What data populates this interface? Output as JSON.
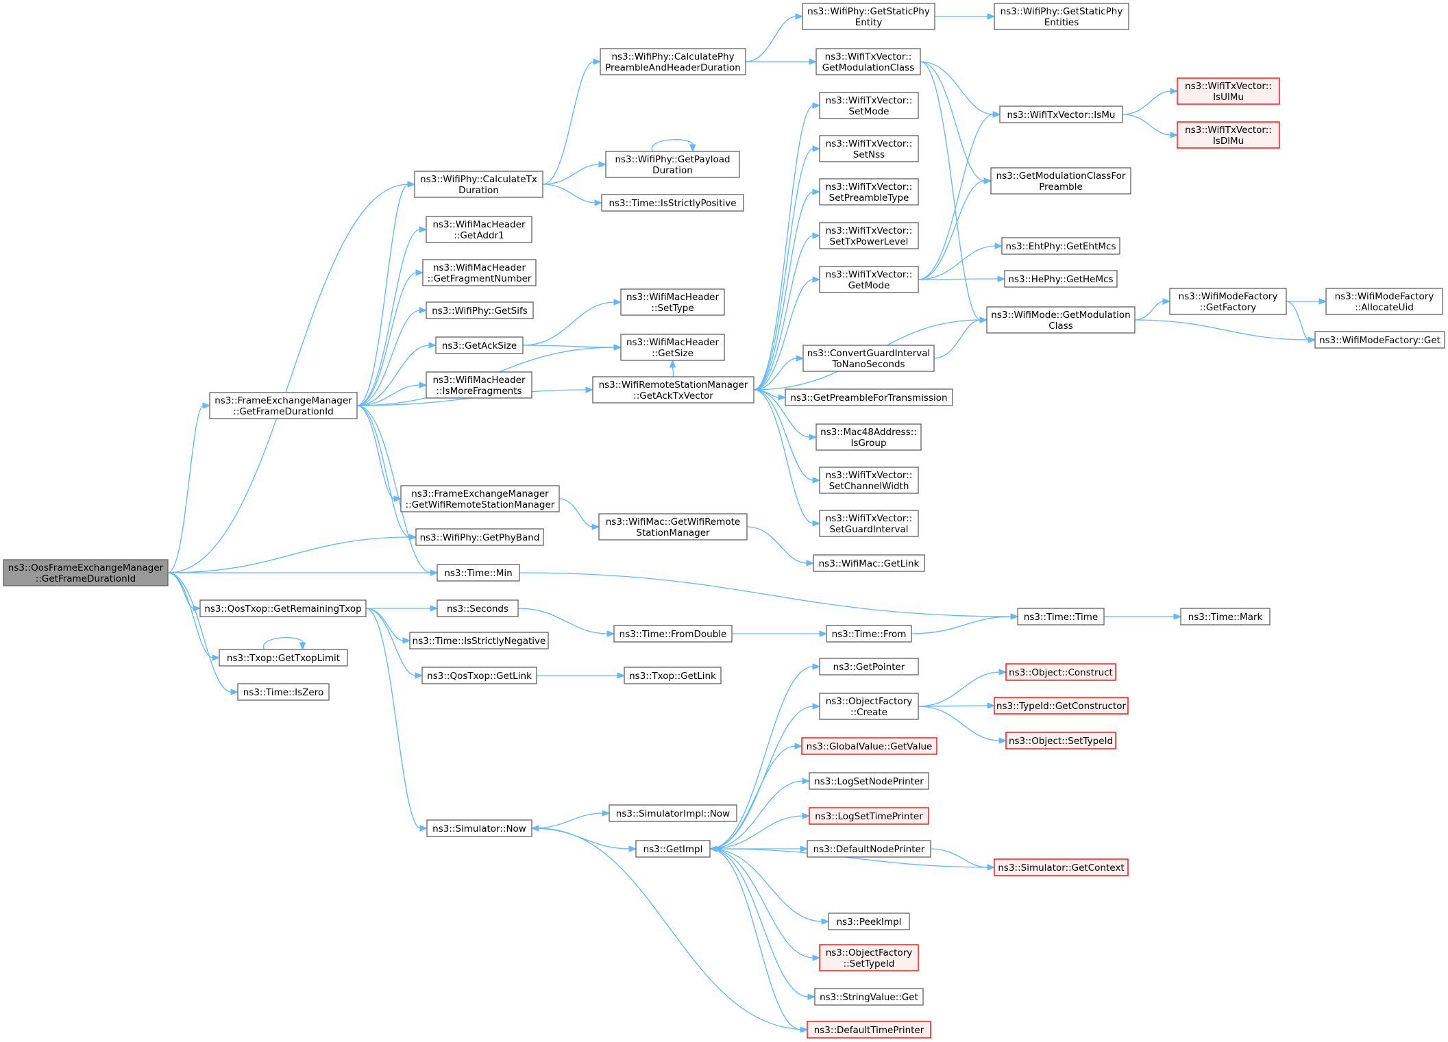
{
  "nodes": [
    {
      "id": "root",
      "lines": [
        "ns3::QosFrameExchangeManager",
        "::GetFrameDurationId"
      ],
      "style": "root"
    },
    {
      "id": "fem_gfd",
      "lines": [
        "ns3::FrameExchangeManager",
        "::GetFrameDurationId"
      ]
    },
    {
      "id": "qos_grt",
      "lines": [
        "ns3::QosTxop::GetRemainingTxop"
      ]
    },
    {
      "id": "txop_gtl",
      "lines": [
        "ns3::Txop::GetTxopLimit"
      ]
    },
    {
      "id": "time_iszero",
      "lines": [
        "ns3::Time::IsZero"
      ]
    },
    {
      "id": "phy_ctd",
      "lines": [
        "ns3::WifiPhy::CalculateTx",
        "Duration"
      ]
    },
    {
      "id": "mac_gaddr1",
      "lines": [
        "ns3::WifiMacHeader",
        "::GetAddr1"
      ]
    },
    {
      "id": "mac_gfn",
      "lines": [
        "ns3::WifiMacHeader",
        "::GetFragmentNumber"
      ]
    },
    {
      "id": "phy_gsifs",
      "lines": [
        "ns3::WifiPhy::GetSifs"
      ]
    },
    {
      "id": "getacksize",
      "lines": [
        "ns3::GetAckSize"
      ]
    },
    {
      "id": "mac_imf",
      "lines": [
        "ns3::WifiMacHeader",
        "::IsMoreFragments"
      ]
    },
    {
      "id": "fem_gwrsm",
      "lines": [
        "ns3::FrameExchangeManager",
        "::GetWifiRemoteStationManager"
      ]
    },
    {
      "id": "phy_gpb",
      "lines": [
        "ns3::WifiPhy::GetPhyBand"
      ]
    },
    {
      "id": "time_min",
      "lines": [
        "ns3::Time::Min"
      ]
    },
    {
      "id": "seconds",
      "lines": [
        "ns3::Seconds"
      ]
    },
    {
      "id": "time_isneg",
      "lines": [
        "ns3::Time::IsStrictlyNegative"
      ]
    },
    {
      "id": "qos_getlink",
      "lines": [
        "ns3::QosTxop::GetLink"
      ]
    },
    {
      "id": "sim_now",
      "lines": [
        "ns3::Simulator::Now"
      ]
    },
    {
      "id": "phy_cphd",
      "lines": [
        "ns3::WifiPhy::CalculatePhy",
        "PreambleAndHeaderDuration"
      ]
    },
    {
      "id": "phy_gpd",
      "lines": [
        "ns3::WifiPhy::GetPayload",
        "Duration"
      ]
    },
    {
      "id": "time_ispos",
      "lines": [
        "ns3::Time::IsStrictlyPositive"
      ]
    },
    {
      "id": "mac_settype",
      "lines": [
        "ns3::WifiMacHeader",
        "::SetType"
      ]
    },
    {
      "id": "mac_getsize",
      "lines": [
        "ns3::WifiMacHeader",
        "::GetSize"
      ]
    },
    {
      "id": "rsm_gatv",
      "lines": [
        "ns3::WifiRemoteStationManager",
        "::GetAckTxVector"
      ]
    },
    {
      "id": "wmac_gwrsm",
      "lines": [
        "ns3::WifiMac::GetWifiRemote",
        "StationManager"
      ]
    },
    {
      "id": "time_fromdouble",
      "lines": [
        "ns3::Time::FromDouble"
      ]
    },
    {
      "id": "txop_getlink",
      "lines": [
        "ns3::Txop::GetLink"
      ]
    },
    {
      "id": "simimpl_now",
      "lines": [
        "ns3::SimulatorImpl::Now"
      ]
    },
    {
      "id": "getimpl",
      "lines": [
        "ns3::GetImpl"
      ]
    },
    {
      "id": "phy_gspe",
      "lines": [
        "ns3::WifiPhy::GetStaticPhy",
        "Entity"
      ]
    },
    {
      "id": "tv_gmc",
      "lines": [
        "ns3::WifiTxVector::",
        "GetModulationClass"
      ]
    },
    {
      "id": "tv_setmode",
      "lines": [
        "ns3::WifiTxVector::",
        "SetMode"
      ]
    },
    {
      "id": "tv_setnss",
      "lines": [
        "ns3::WifiTxVector::",
        "SetNss"
      ]
    },
    {
      "id": "tv_setpt",
      "lines": [
        "ns3::WifiTxVector::",
        "SetPreambleType"
      ]
    },
    {
      "id": "tv_settpl",
      "lines": [
        "ns3::WifiTxVector::",
        "SetTxPowerLevel"
      ]
    },
    {
      "id": "tv_getmode",
      "lines": [
        "ns3::WifiTxVector::",
        "GetMode"
      ]
    },
    {
      "id": "cgitns",
      "lines": [
        "ns3::ConvertGuardInterval",
        "ToNanoSeconds"
      ]
    },
    {
      "id": "gpft",
      "lines": [
        "ns3::GetPreambleForTransmission"
      ]
    },
    {
      "id": "mac48_isgroup",
      "lines": [
        "ns3::Mac48Address::",
        "IsGroup"
      ]
    },
    {
      "id": "tv_setcw",
      "lines": [
        "ns3::WifiTxVector::",
        "SetChannelWidth"
      ]
    },
    {
      "id": "tv_setgi",
      "lines": [
        "ns3::WifiTxVector::",
        "SetGuardInterval"
      ]
    },
    {
      "id": "wmac_getlink",
      "lines": [
        "ns3::WifiMac::GetLink"
      ]
    },
    {
      "id": "time_from",
      "lines": [
        "ns3::Time::From"
      ]
    },
    {
      "id": "getpointer",
      "lines": [
        "ns3::GetPointer"
      ]
    },
    {
      "id": "of_create",
      "lines": [
        "ns3::ObjectFactory",
        "::Create"
      ]
    },
    {
      "id": "gv_getvalue",
      "lines": [
        "ns3::GlobalValue::GetValue"
      ],
      "style": "red"
    },
    {
      "id": "logsetnode",
      "lines": [
        "ns3::LogSetNodePrinter"
      ]
    },
    {
      "id": "logsettime",
      "lines": [
        "ns3::LogSetTimePrinter"
      ],
      "style": "red"
    },
    {
      "id": "defnodeprinter",
      "lines": [
        "ns3::DefaultNodePrinter"
      ]
    },
    {
      "id": "peekimpl",
      "lines": [
        "ns3::PeekImpl"
      ]
    },
    {
      "id": "of_settypeid",
      "lines": [
        "ns3::ObjectFactory",
        "::SetTypeId"
      ],
      "style": "red"
    },
    {
      "id": "sv_get",
      "lines": [
        "ns3::StringValue::Get"
      ]
    },
    {
      "id": "deftimeprinter",
      "lines": [
        "ns3::DefaultTimePrinter"
      ],
      "style": "red"
    },
    {
      "id": "phy_gspes",
      "lines": [
        "ns3::WifiPhy::GetStaticPhy",
        "Entities"
      ]
    },
    {
      "id": "tv_ismu",
      "lines": [
        "ns3::WifiTxVector::IsMu"
      ]
    },
    {
      "id": "gmcfp",
      "lines": [
        "ns3::GetModulationClassFor",
        "Preamble"
      ]
    },
    {
      "id": "eht_getmcs",
      "lines": [
        "ns3::EhtPhy::GetEhtMcs"
      ]
    },
    {
      "id": "he_getmcs",
      "lines": [
        "ns3::HePhy::GetHeMcs"
      ]
    },
    {
      "id": "wm_gmc",
      "lines": [
        "ns3::WifiMode::GetModulation",
        "Class"
      ]
    },
    {
      "id": "time_time",
      "lines": [
        "ns3::Time::Time"
      ]
    },
    {
      "id": "obj_construct",
      "lines": [
        "ns3::Object::Construct"
      ],
      "style": "red"
    },
    {
      "id": "typeid_getctor",
      "lines": [
        "ns3::TypeId::GetConstructor"
      ],
      "style": "red"
    },
    {
      "id": "obj_settypeid",
      "lines": [
        "ns3::Object::SetTypeId"
      ],
      "style": "red"
    },
    {
      "id": "sim_getcontext",
      "lines": [
        "ns3::Simulator::GetContext"
      ],
      "style": "red"
    },
    {
      "id": "tv_isulmu",
      "lines": [
        "ns3::WifiTxVector::",
        "IsUlMu"
      ],
      "style": "red"
    },
    {
      "id": "tv_isdlmu",
      "lines": [
        "ns3::WifiTxVector::",
        "IsDlMu"
      ],
      "style": "red"
    },
    {
      "id": "wmf_getfactory",
      "lines": [
        "ns3::WifiModeFactory",
        "::GetFactory"
      ]
    },
    {
      "id": "wmf_get",
      "lines": [
        "ns3::WifiModeFactory::Get"
      ]
    },
    {
      "id": "time_mark",
      "lines": [
        "ns3::Time::Mark"
      ]
    },
    {
      "id": "wmf_allocuid",
      "lines": [
        "ns3::WifiModeFactory",
        "::AllocateUid"
      ]
    }
  ],
  "edges": [
    [
      "root",
      "phy_ctd"
    ],
    [
      "root",
      "fem_gfd"
    ],
    [
      "root",
      "phy_gpb"
    ],
    [
      "root",
      "time_min"
    ],
    [
      "root",
      "qos_grt"
    ],
    [
      "root",
      "txop_gtl"
    ],
    [
      "root",
      "time_iszero"
    ],
    [
      "fem_gfd",
      "phy_ctd"
    ],
    [
      "fem_gfd",
      "mac_gaddr1"
    ],
    [
      "fem_gfd",
      "mac_gfn"
    ],
    [
      "fem_gfd",
      "phy_gsifs"
    ],
    [
      "fem_gfd",
      "getacksize"
    ],
    [
      "fem_gfd",
      "mac_imf"
    ],
    [
      "fem_gfd",
      "mac_getsize"
    ],
    [
      "fem_gfd",
      "rsm_gatv"
    ],
    [
      "fem_gfd",
      "fem_gwrsm"
    ],
    [
      "fem_gfd",
      "phy_gpb"
    ],
    [
      "fem_gfd",
      "time_min"
    ],
    [
      "qos_grt",
      "seconds"
    ],
    [
      "qos_grt",
      "time_isneg"
    ],
    [
      "qos_grt",
      "qos_getlink"
    ],
    [
      "qos_grt",
      "sim_now"
    ],
    [
      "txop_gtl",
      "txop_gtl"
    ],
    [
      "phy_ctd",
      "phy_cphd"
    ],
    [
      "phy_ctd",
      "phy_gpd"
    ],
    [
      "phy_ctd",
      "time_ispos"
    ],
    [
      "phy_gpd",
      "phy_gpd"
    ],
    [
      "getacksize",
      "mac_settype"
    ],
    [
      "getacksize",
      "mac_getsize"
    ],
    [
      "fem_gwrsm",
      "wmac_gwrsm"
    ],
    [
      "time_min",
      "time_time"
    ],
    [
      "seconds",
      "time_fromdouble"
    ],
    [
      "qos_getlink",
      "txop_getlink"
    ],
    [
      "sim_now",
      "simimpl_now"
    ],
    [
      "sim_now",
      "getimpl"
    ],
    [
      "phy_cphd",
      "phy_gspe"
    ],
    [
      "phy_cphd",
      "tv_gmc"
    ],
    [
      "rsm_gatv",
      "mac_getsize"
    ],
    [
      "rsm_gatv",
      "tv_setmode"
    ],
    [
      "rsm_gatv",
      "tv_setnss"
    ],
    [
      "rsm_gatv",
      "tv_setpt"
    ],
    [
      "rsm_gatv",
      "tv_settpl"
    ],
    [
      "rsm_gatv",
      "tv_getmode"
    ],
    [
      "rsm_gatv",
      "wm_gmc"
    ],
    [
      "rsm_gatv",
      "cgitns"
    ],
    [
      "rsm_gatv",
      "gpft"
    ],
    [
      "rsm_gatv",
      "mac48_isgroup"
    ],
    [
      "rsm_gatv",
      "tv_setcw"
    ],
    [
      "rsm_gatv",
      "tv_setgi"
    ],
    [
      "wmac_gwrsm",
      "wmac_getlink"
    ],
    [
      "time_fromdouble",
      "time_from"
    ],
    [
      "getimpl",
      "getpointer"
    ],
    [
      "getimpl",
      "of_create"
    ],
    [
      "getimpl",
      "gv_getvalue"
    ],
    [
      "getimpl",
      "logsetnode"
    ],
    [
      "getimpl",
      "logsettime"
    ],
    [
      "getimpl",
      "defnodeprinter"
    ],
    [
      "getimpl",
      "peekimpl"
    ],
    [
      "getimpl",
      "of_settypeid"
    ],
    [
      "getimpl",
      "sv_get"
    ],
    [
      "getimpl",
      "deftimeprinter"
    ],
    [
      "phy_gspe",
      "phy_gspes"
    ],
    [
      "tv_gmc",
      "tv_ismu"
    ],
    [
      "tv_gmc",
      "gmcfp"
    ],
    [
      "tv_gmc",
      "wm_gmc"
    ],
    [
      "tv_getmode",
      "tv_ismu"
    ],
    [
      "tv_getmode",
      "gmcfp"
    ],
    [
      "tv_getmode",
      "eht_getmcs"
    ],
    [
      "tv_getmode",
      "he_getmcs"
    ],
    [
      "cgitns",
      "wm_gmc"
    ],
    [
      "time_from",
      "time_time"
    ],
    [
      "of_create",
      "obj_construct"
    ],
    [
      "of_create",
      "typeid_getctor"
    ],
    [
      "of_create",
      "obj_settypeid"
    ],
    [
      "defnodeprinter",
      "sim_getcontext"
    ],
    [
      "deftimeprinter",
      "sim_now"
    ],
    [
      "tv_ismu",
      "tv_isulmu"
    ],
    [
      "tv_ismu",
      "tv_isdlmu"
    ],
    [
      "wm_gmc",
      "wmf_getfactory"
    ],
    [
      "wm_gmc",
      "wmf_get"
    ],
    [
      "time_time",
      "time_mark"
    ],
    [
      "sim_getcontext",
      "getimpl"
    ],
    [
      "wmf_getfactory",
      "wmf_allocuid"
    ],
    [
      "wmf_getfactory",
      "wmf_get"
    ]
  ]
}
